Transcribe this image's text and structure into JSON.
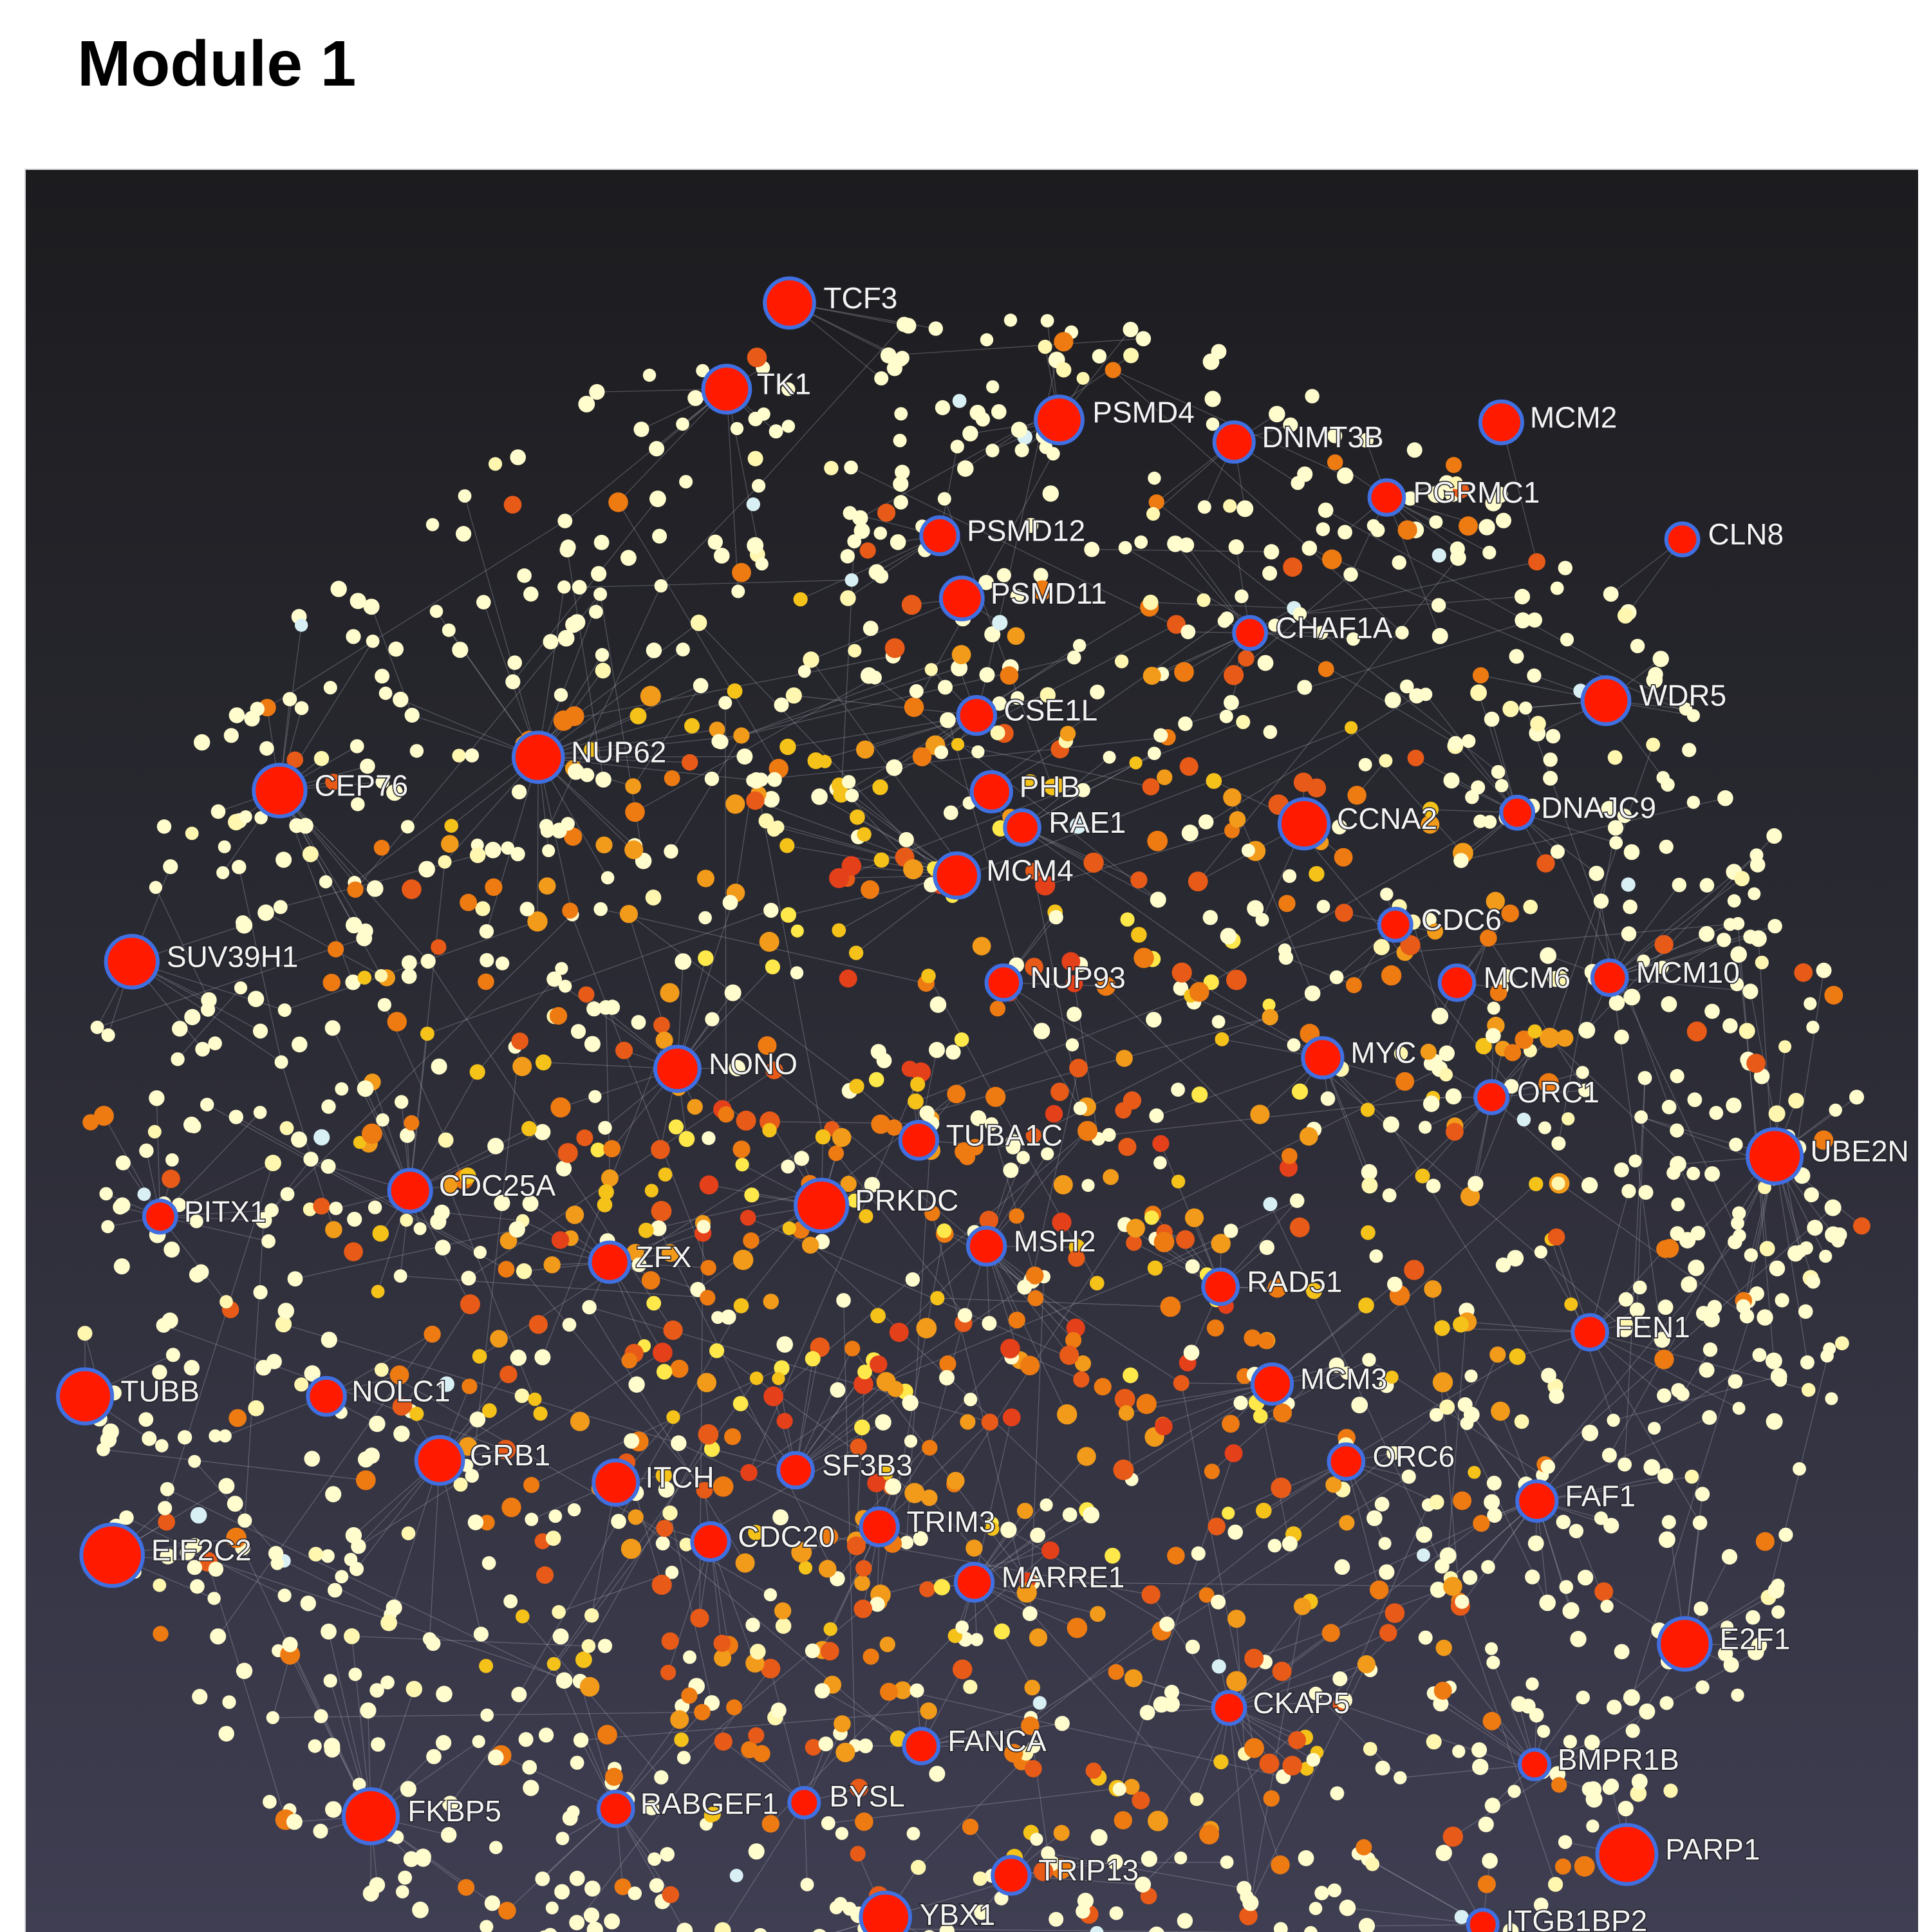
{
  "title": "Module 1",
  "colors": {
    "hub_fill": "#ff1a00",
    "hub_border": "#3f6fe0",
    "node_palette": [
      "#fffccd",
      "#fff7b0",
      "#ffe84a",
      "#f5c21a",
      "#f29a1a",
      "#ee7a12",
      "#e85a18",
      "#e4401a",
      "#d8f0f4",
      "#c8e8a8"
    ],
    "edge": "#b8b8c4"
  },
  "nodes": [
    {
      "label": "TCF3"
    },
    {
      "label": "TK1"
    },
    {
      "label": "PSMD4"
    },
    {
      "label": "DNMT3B"
    },
    {
      "label": "MCM2"
    },
    {
      "label": "PGRMC1"
    },
    {
      "label": "CLN8"
    },
    {
      "label": "PSMD12"
    },
    {
      "label": "PSMD11"
    },
    {
      "label": "CHAF1A"
    },
    {
      "label": "WDR5"
    },
    {
      "label": "CSE1L"
    },
    {
      "label": "NUP62"
    },
    {
      "label": "CEP76"
    },
    {
      "label": "PHB"
    },
    {
      "label": "RAE1"
    },
    {
      "label": "CCNA2"
    },
    {
      "label": "DNAJC9"
    },
    {
      "label": "MCM4"
    },
    {
      "label": "SUV39H1"
    },
    {
      "label": "CDC6"
    },
    {
      "label": "MCM6"
    },
    {
      "label": "MCM10"
    },
    {
      "label": "NUP93"
    },
    {
      "label": "NONO"
    },
    {
      "label": "MYC"
    },
    {
      "label": "ORC1"
    },
    {
      "label": "TUBA1C"
    },
    {
      "label": "UBE2N"
    },
    {
      "label": "CDC25A"
    },
    {
      "label": "PRKDC"
    },
    {
      "label": "PITX1"
    },
    {
      "label": "MSH2"
    },
    {
      "label": "ZFX"
    },
    {
      "label": "RAD51"
    },
    {
      "label": "FEN1"
    },
    {
      "label": "TUBB"
    },
    {
      "label": "NOLC1"
    },
    {
      "label": "MCM3"
    },
    {
      "label": "GRB1"
    },
    {
      "label": "ITCH"
    },
    {
      "label": "SF3B3"
    },
    {
      "label": "ORC6"
    },
    {
      "label": "FAF1"
    },
    {
      "label": "CDC20"
    },
    {
      "label": "TRIM3"
    },
    {
      "label": "EIF2C2"
    },
    {
      "label": "MARRE1"
    },
    {
      "label": "E2F1"
    },
    {
      "label": "CKAP5"
    },
    {
      "label": "FANCA"
    },
    {
      "label": "BMPR1B"
    },
    {
      "label": "FKBP5"
    },
    {
      "label": "RABGEF1"
    },
    {
      "label": "BYSL"
    },
    {
      "label": "PARP1"
    },
    {
      "label": "TRIP13"
    },
    {
      "label": "YBX1"
    },
    {
      "label": "ITGB1BP2"
    }
  ]
}
